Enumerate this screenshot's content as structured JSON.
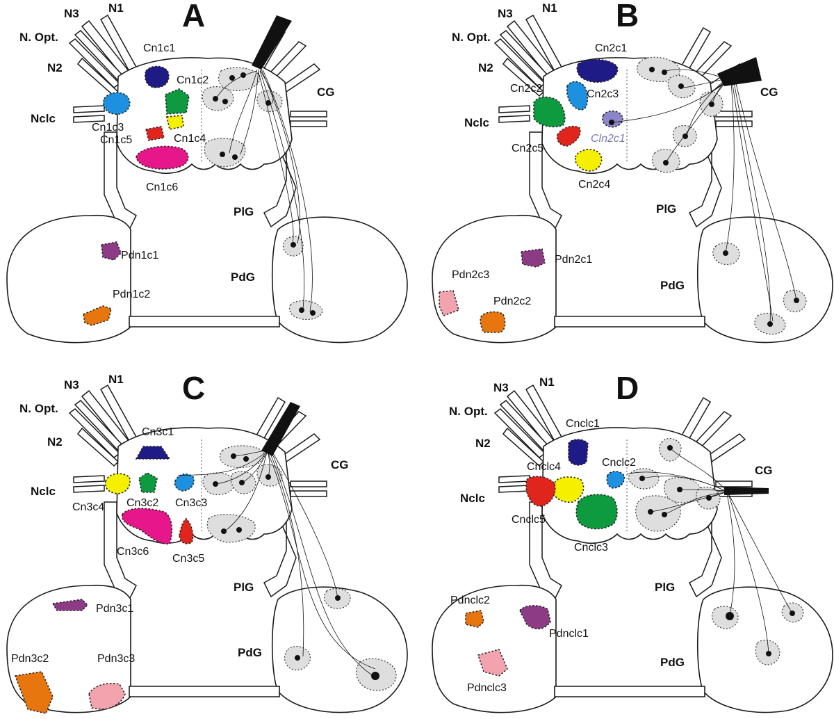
{
  "colors": {
    "navy": "#1e1a86",
    "blue": "#1e90e0",
    "green": "#0e9a3e",
    "yellow": "#f5f000",
    "red": "#e0261c",
    "magenta": "#e6178a",
    "purple": "#8e3b86",
    "orange": "#e8760e",
    "pink": "#f2a3ad",
    "ghost": "#8a86c8"
  },
  "panels": [
    {
      "letter": "A",
      "nerves": {
        "n3": "N3",
        "n1": "N1",
        "nopt": "N. Opt.",
        "n2": "N2",
        "nclc": "Nclc",
        "cg": "CG",
        "plg": "PlG",
        "pdg": "PdG"
      },
      "cells": [
        {
          "label": "Cn1c1",
          "color": "navy"
        },
        {
          "label": "Cn1c2",
          "color": "green"
        },
        {
          "label": "Cn1c3",
          "color": "blue"
        },
        {
          "label": "Cn1c4",
          "color": "yellow"
        },
        {
          "label": "Cn1c5",
          "color": "red"
        },
        {
          "label": "Cn1c6",
          "color": "magenta"
        },
        {
          "label": "Pdn1c1",
          "color": "purple"
        },
        {
          "label": "Pdn1c2",
          "color": "orange"
        }
      ]
    },
    {
      "letter": "B",
      "nerves": {
        "n3": "N3",
        "n1": "N1",
        "nopt": "N. Opt.",
        "n2": "N2",
        "nclc": "Nclc",
        "cg": "CG",
        "plg": "PlG",
        "pdg": "PdG"
      },
      "cells": [
        {
          "label": "Cn2c1",
          "color": "navy"
        },
        {
          "label": "Cn2c2",
          "color": "green"
        },
        {
          "label": "Cn2c3",
          "color": "blue"
        },
        {
          "label": "Cn2c4",
          "color": "yellow"
        },
        {
          "label": "Cn2c5",
          "color": "red"
        },
        {
          "label": "Cln2c1",
          "color": "ghost"
        },
        {
          "label": "Pdn2c1",
          "color": "purple"
        },
        {
          "label": "Pdn2c2",
          "color": "orange"
        },
        {
          "label": "Pdn2c3",
          "color": "pink"
        }
      ]
    },
    {
      "letter": "C",
      "nerves": {
        "n3": "N3",
        "n1": "N1",
        "nopt": "N. Opt.",
        "n2": "N2",
        "nclc": "Nclc",
        "cg": "CG",
        "plg": "PlG",
        "pdg": "PdG"
      },
      "cells": [
        {
          "label": "Cn3c1",
          "color": "navy"
        },
        {
          "label": "Cn3c2",
          "color": "green"
        },
        {
          "label": "Cn3c3",
          "color": "blue"
        },
        {
          "label": "Cn3c4",
          "color": "yellow"
        },
        {
          "label": "Cn3c5",
          "color": "red"
        },
        {
          "label": "Cn3c6",
          "color": "magenta"
        },
        {
          "label": "Pdn3c1",
          "color": "purple"
        },
        {
          "label": "Pdn3c2",
          "color": "orange"
        },
        {
          "label": "Pdn3c3",
          "color": "pink"
        }
      ]
    },
    {
      "letter": "D",
      "nerves": {
        "n3": "N3",
        "n1": "N1",
        "nopt": "N. Opt.",
        "n2": "N2",
        "nclc": "Nclc",
        "cg": "CG",
        "plg": "PlG",
        "pdg": "PdG"
      },
      "cells": [
        {
          "label": "Cnclc1",
          "color": "navy"
        },
        {
          "label": "Cnclc2",
          "color": "blue"
        },
        {
          "label": "Cnclc3",
          "color": "green"
        },
        {
          "label": "Cnclc4",
          "color": "yellow"
        },
        {
          "label": "Cnclc5",
          "color": "red"
        },
        {
          "label": "Pdnclc1",
          "color": "purple"
        },
        {
          "label": "Pdnclc2",
          "color": "orange"
        },
        {
          "label": "Pdnclc3",
          "color": "pink"
        }
      ]
    }
  ]
}
